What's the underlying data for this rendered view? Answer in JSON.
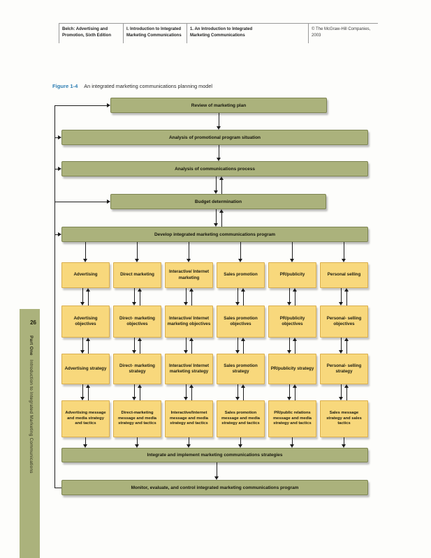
{
  "header": {
    "col1": "Belch: Advertising and Promotion, Sixth Edition",
    "col2": "I. Introduction to Integrated Marketing Communications",
    "col3": "1. An Introduction to Integrated Marketing Communications",
    "col4": "© The McGraw-Hill Companies, 2003"
  },
  "caption": {
    "label": "Figure 1-4",
    "text": "An integrated marketing communications planning model"
  },
  "sidebar": {
    "page_number": "26",
    "part": "Part One",
    "part_title": "Introduction to Integrated Marketing Communications"
  },
  "colors": {
    "bar_green": "#abb27c",
    "box_yellow": "#f8d87c",
    "figure_label_blue": "#2e7eb3",
    "line": "#1d1d1d"
  },
  "diagram": {
    "bars": [
      "Review of marketing plan",
      "Analysis of promotional program situation",
      "Analysis of communications process",
      "Budget determination",
      "Develop integrated marketing communications program",
      "Integrate and implement marketing communications strategies",
      "Monitor, evaluate, and control integrated marketing communications program"
    ],
    "rows": [
      [
        "Advertising",
        "Direct marketing",
        "Interactive/ Internet marketing",
        "Sales promotion",
        "PR/publicity",
        "Personal selling"
      ],
      [
        "Advertising objectives",
        "Direct- marketing objectives",
        "Interactive/ Internet marketing objectives",
        "Sales promotion objectives",
        "PR/publicity objectives",
        "Personal- selling objectives"
      ],
      [
        "Advertising strategy",
        "Direct- marketing strategy",
        "Interactive/ Internet marketing strategy",
        "Sales promotion strategy",
        "PR/publicity strategy",
        "Personal- selling strategy"
      ],
      [
        "Advertising message and media strategy and tactics",
        "Direct-marketing message and media strategy and tactics",
        "Interactive/Internet message and media strategy and tactics",
        "Sales promotion message and media strategy and tactics",
        "PR/public relations message and media strategy and tactics",
        "Sales message strategy and sales tactics"
      ]
    ]
  }
}
